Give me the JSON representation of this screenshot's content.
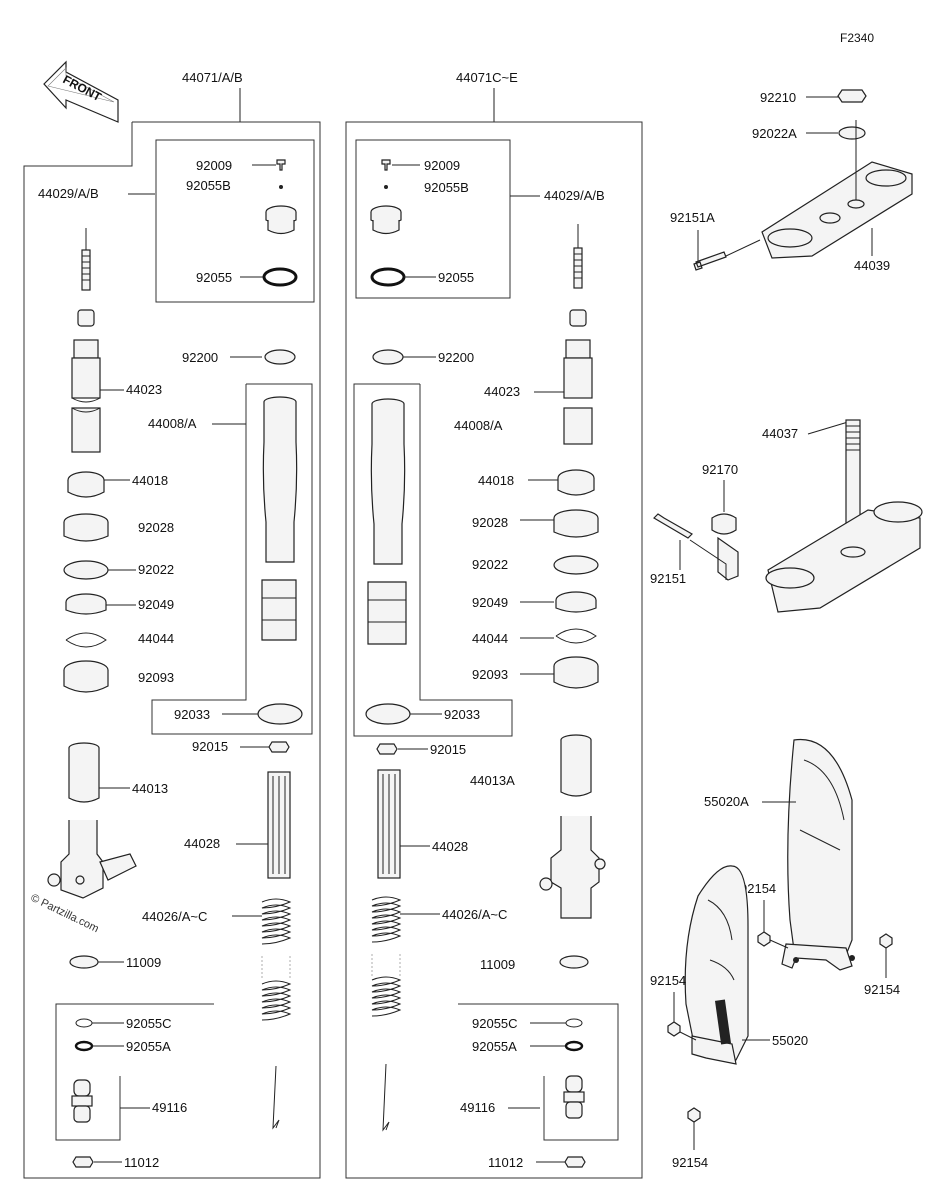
{
  "diagram_id": "F2340",
  "front_label": "FRONT",
  "watermark": "© Partzilla.com",
  "assembly_left": "44071/A/B",
  "assembly_right": "44071C~E",
  "left": {
    "p92009": "92009",
    "p92055B": "92055B",
    "p44029": "44029/A/B",
    "p92055": "92055",
    "p92200": "92200",
    "p44023": "44023",
    "p44008": "44008/A",
    "p44018": "44018",
    "p92028": "92028",
    "p92022": "92022",
    "p92049": "92049",
    "p44044": "44044",
    "p92093": "92093",
    "p92033": "92033",
    "p92015": "92015",
    "p44013": "44013",
    "p44028": "44028",
    "p44026": "44026/A~C",
    "p11009": "11009",
    "p92055C": "92055C",
    "p92055A": "92055A",
    "p49116": "49116",
    "p11012": "11012"
  },
  "right": {
    "p92009": "92009",
    "p92055B": "92055B",
    "p44029": "44029/A/B",
    "p92055": "92055",
    "p92200": "92200",
    "p44023": "44023",
    "p44008": "44008/A",
    "p44018": "44018",
    "p92028": "92028",
    "p92022": "92022",
    "p92049": "92049",
    "p44044": "44044",
    "p92093": "92093",
    "p92033": "92033",
    "p92015": "92015",
    "p44013A": "44013A",
    "p44028": "44028",
    "p44026": "44026/A~C",
    "p11009": "11009",
    "p92055C": "92055C",
    "p92055A": "92055A",
    "p49116": "49116",
    "p11012": "11012"
  },
  "clamps": {
    "p92210": "92210",
    "p92022A": "92022A",
    "p92151A": "92151A",
    "p44039": "44039",
    "p44037": "44037",
    "p92170": "92170",
    "p92151": "92151",
    "p55020A": "55020A",
    "p92154a": "92154",
    "p92154b": "92154",
    "p92154c": "92154",
    "p55020": "55020",
    "p92154d": "92154"
  }
}
